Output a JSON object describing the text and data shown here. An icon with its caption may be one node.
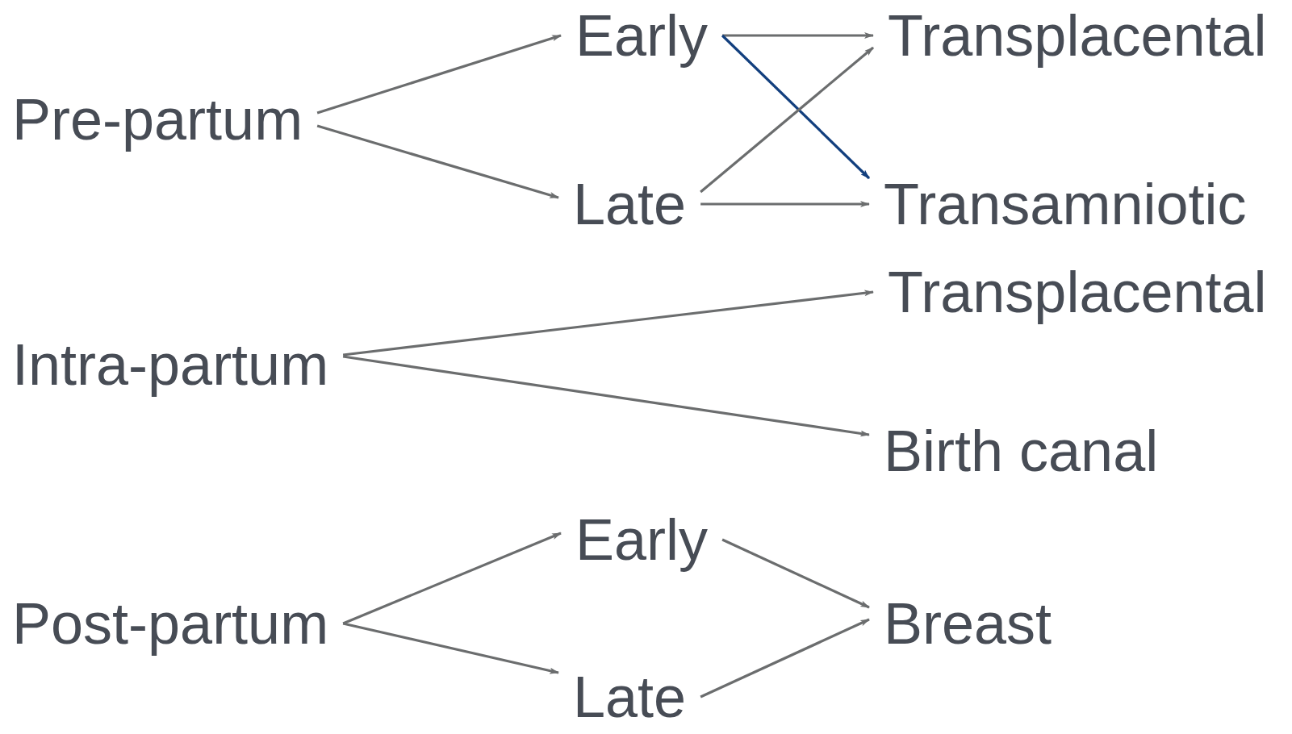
{
  "diagram": {
    "nodes": [
      {
        "text": [
          "Pre-partum"
        ]
      },
      {
        "text": [
          "Early"
        ]
      },
      {
        "text": [
          "Late"
        ]
      },
      {
        "text": [
          "Transplacental"
        ]
      },
      {
        "text": [
          "Transamniotic"
        ]
      },
      {
        "text": [
          "Intra-partum"
        ]
      },
      {
        "text": [
          "Transplacental"
        ]
      },
      {
        "text": [
          "Birth canal"
        ]
      },
      {
        "text": [
          "Post-partum"
        ]
      },
      {
        "text": [
          "Early"
        ]
      },
      {
        "text": [
          "Late"
        ]
      },
      {
        "text": [
          "Breast"
        ]
      }
    ],
    "edges": [
      {
        "from": 0,
        "to": 1,
        "arrow": "to"
      },
      {
        "from": 0,
        "to": 2,
        "arrow": "to"
      },
      {
        "from": 1,
        "to": 3,
        "arrow": "to"
      },
      {
        "from": 1,
        "to": 4,
        "arrow": "to",
        "color": "#123f7e"
      },
      {
        "from": 2,
        "to": 3,
        "arrow": "to"
      },
      {
        "from": 2,
        "to": 4,
        "arrow": "to"
      },
      {
        "from": 5,
        "to": 6,
        "arrow": "to"
      },
      {
        "from": 5,
        "to": 7,
        "arrow": "to"
      },
      {
        "from": 8,
        "to": 9,
        "arrow": "to"
      },
      {
        "from": 8,
        "to": 10,
        "arrow": "to"
      },
      {
        "from": 9,
        "to": 11,
        "arrow": "to"
      },
      {
        "from": 10,
        "to": 11,
        "arrow": "to"
      }
    ]
  }
}
